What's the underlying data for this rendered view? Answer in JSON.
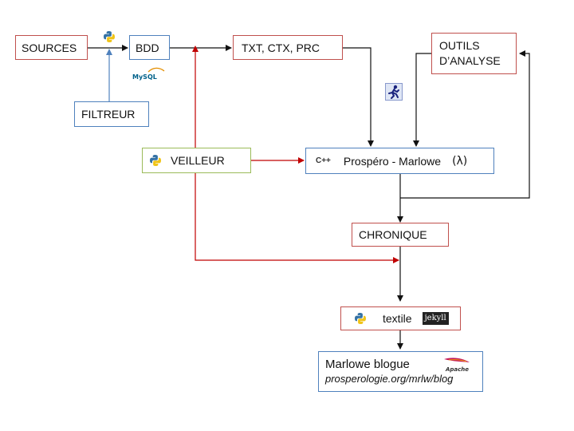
{
  "nodes": {
    "sources": "SOURCES",
    "bdd": "BDD",
    "filtreur": "FILTREUR",
    "txt": "TXT, CTX, PRC",
    "outils_line1": "OUTILS",
    "outils_line2": "D’ANALYSE",
    "veilleur": "VEILLEUR",
    "prospero": "Prospéro - Marlowe",
    "prospero_lambda": "(λ)",
    "chronique": "CHRONIQUE",
    "textile": "textile",
    "blog_title": "Marlowe blogue",
    "blog_url": "prosperologie.org/mrlw/blog"
  },
  "logos": {
    "mysql": "MySQL",
    "cpp": "C++",
    "jekyll": "jekyll",
    "apache": "Apache"
  },
  "colors": {
    "red_edge": "#c00000",
    "black_edge": "#111111",
    "blue_edge": "#4f81bd",
    "red_border": "#c0504d",
    "blue_border": "#4f81bd",
    "green_border": "#9bbb59"
  },
  "icons": [
    "python-icon",
    "mysql-logo",
    "cpp-icon",
    "jekyll-logo",
    "apache-logo",
    "runner-icon"
  ]
}
